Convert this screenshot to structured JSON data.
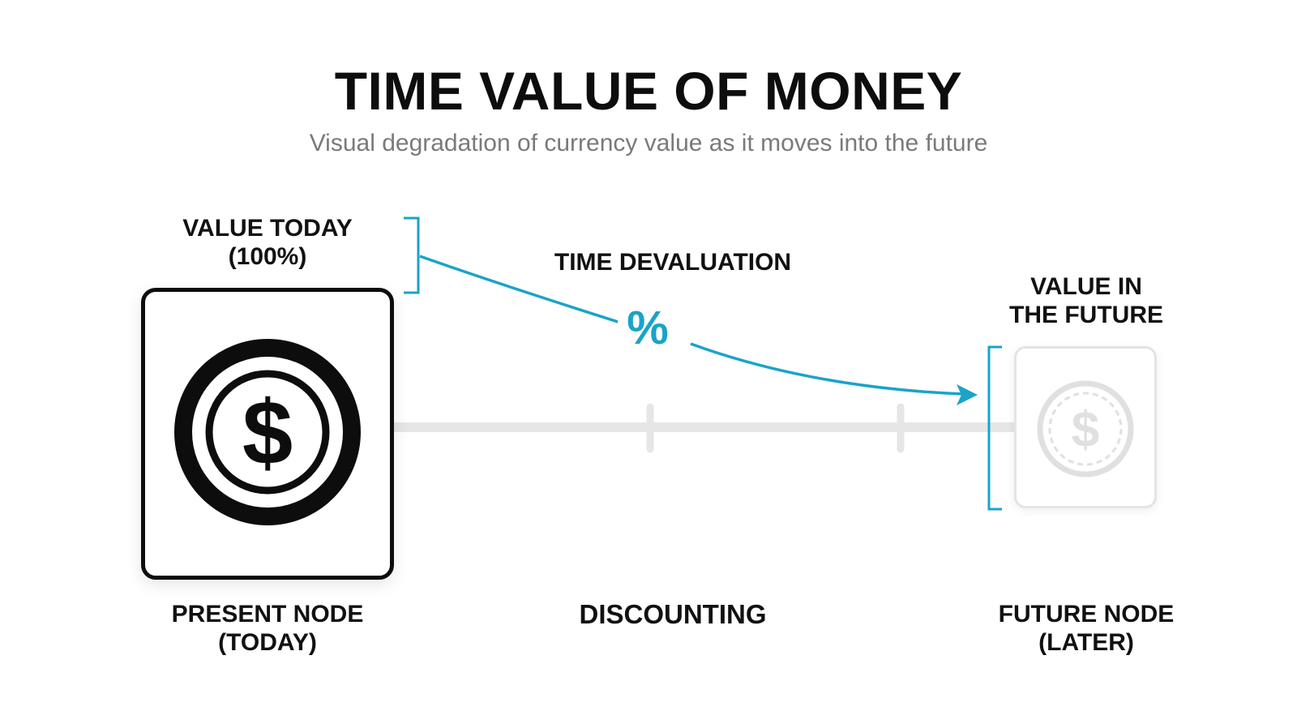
{
  "title": "TIME VALUE OF MONEY",
  "subtitle": "Visual degradation of currency value as it moves into the future",
  "labels": {
    "value_today": [
      "VALUE TODAY",
      "(100%)"
    ],
    "time_devaluation": "TIME DEVALUATION",
    "percent_symbol": "%",
    "value_future": [
      "VALUE IN",
      "THE FUTURE"
    ],
    "present_node": [
      "PRESENT NODE",
      "(TODAY)"
    ],
    "discounting": "DISCOUNTING",
    "future_node": [
      "FUTURE NODE",
      "(LATER)"
    ]
  },
  "icons": {
    "present": "dollar-coin-icon",
    "future": "faded-dollar-coin-icon",
    "arrow": "devaluation-arrow-icon"
  },
  "colors": {
    "accent": "#1aa3c9",
    "primary": "#0d0d0d",
    "faded": "#e0e0e0",
    "timeline": "#e6e6e6",
    "subtitle": "#7a7a7a"
  }
}
